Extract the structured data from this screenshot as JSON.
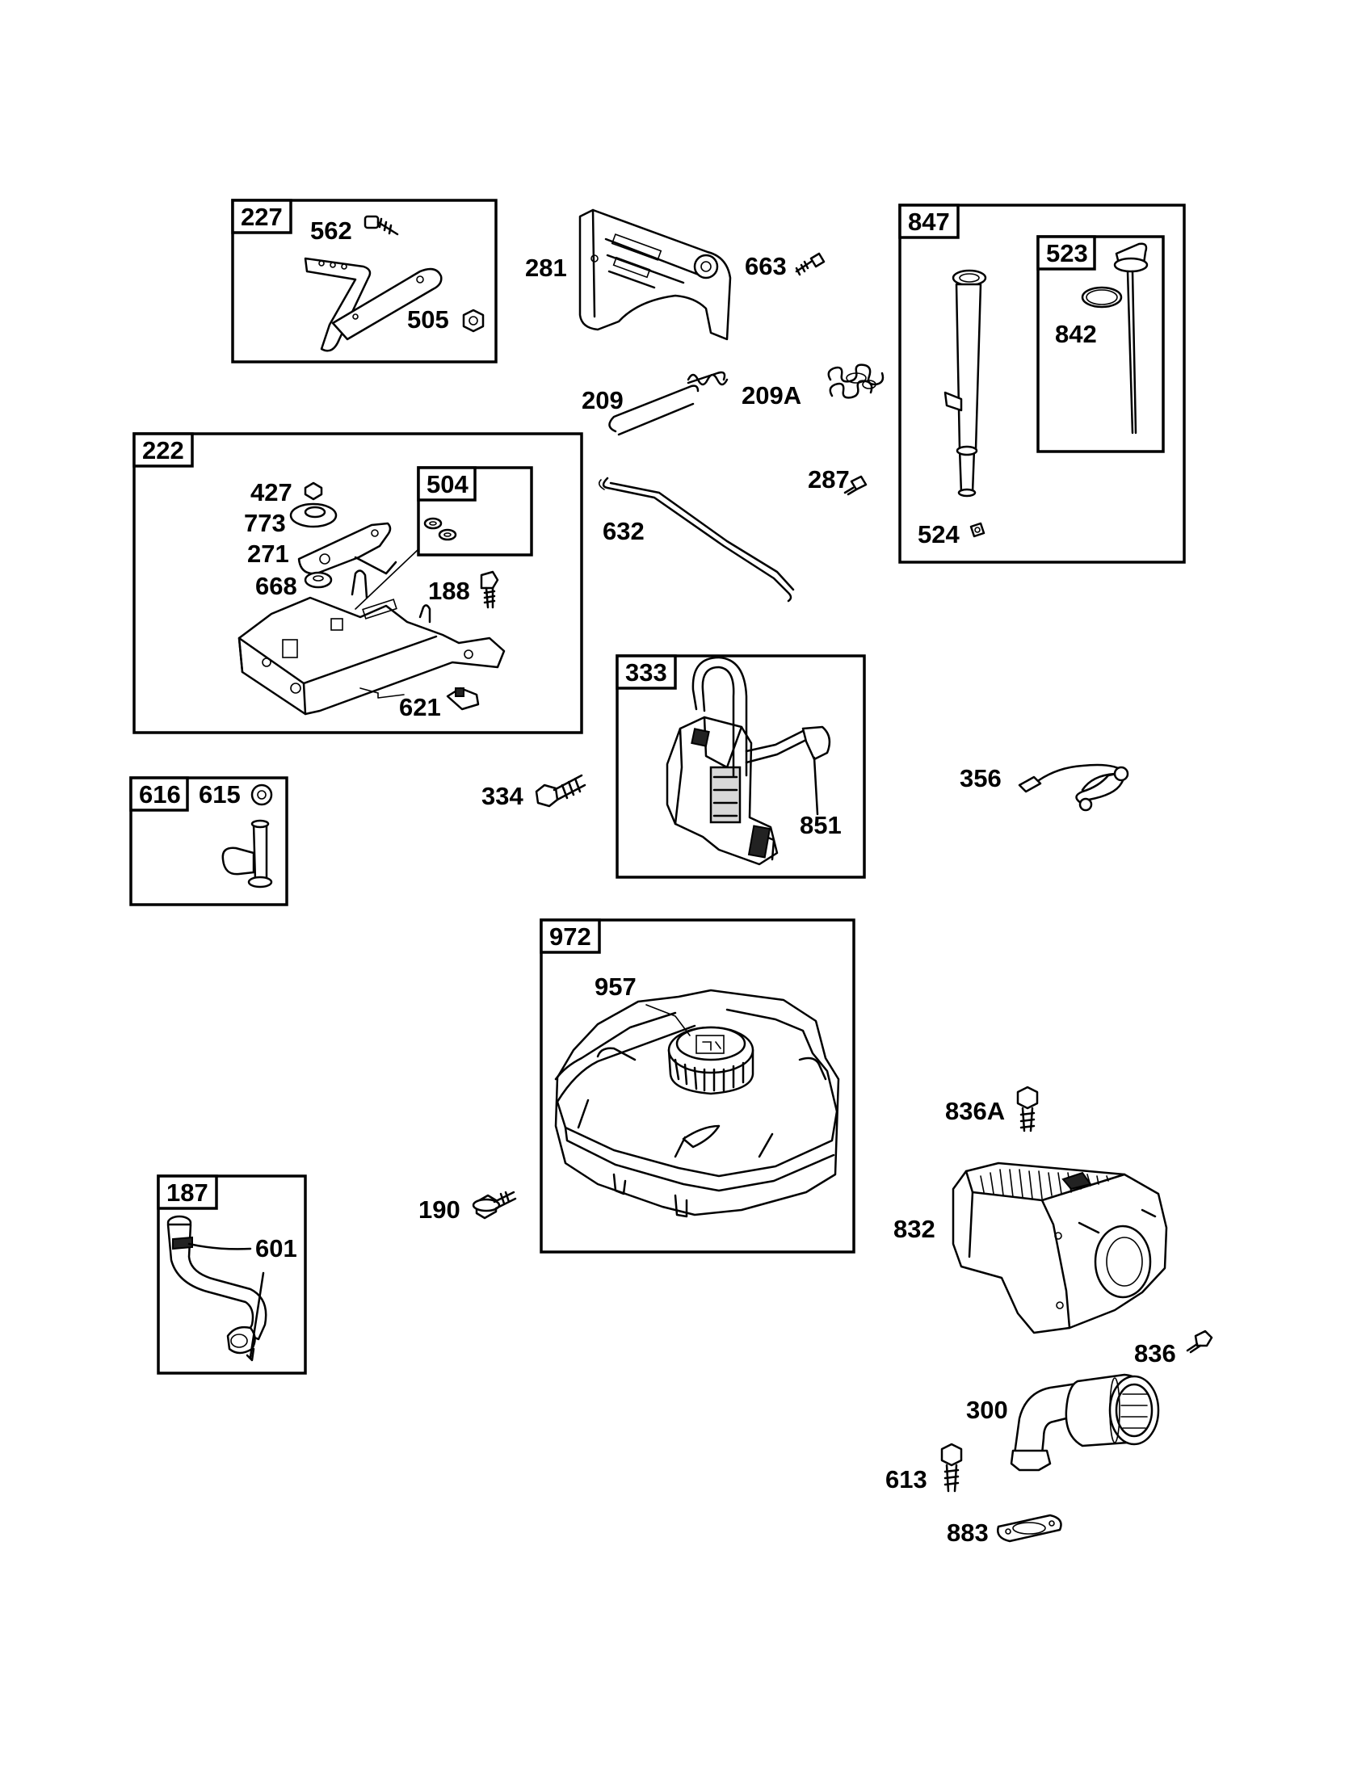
{
  "groups": {
    "g227": "227",
    "g222": "222",
    "g504": "504",
    "g616": "616",
    "g847": "847",
    "g523": "523",
    "g333": "333",
    "g972": "972",
    "g187": "187"
  },
  "parts": {
    "p562": "562",
    "p505": "505",
    "p281": "281",
    "p663": "663",
    "p209": "209",
    "p209a": "209A",
    "p287": "287",
    "p632": "632",
    "p427": "427",
    "p773": "773",
    "p271": "271",
    "p668": "668",
    "p188": "188",
    "p621": "621",
    "p615": "615",
    "p842": "842",
    "p524": "524",
    "p334": "334",
    "p851": "851",
    "p356": "356",
    "p957": "957",
    "p190": "190",
    "p836a": "836A",
    "p832": "832",
    "p836": "836",
    "p300": "300",
    "p613": "613",
    "p883": "883",
    "p601": "601"
  }
}
